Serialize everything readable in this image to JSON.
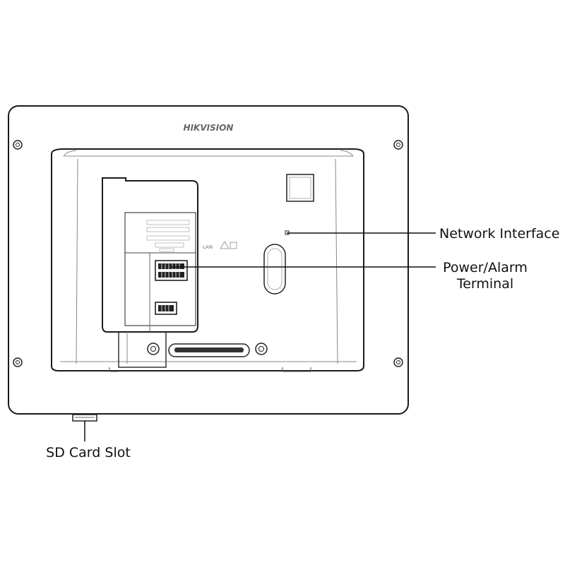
{
  "brand": {
    "logo_text": "HIKVISION"
  },
  "device_labels": {
    "lan_port_label": "LAN"
  },
  "callouts": {
    "network_interface": "Network Interface",
    "power_alarm_line1": "Power/Alarm",
    "power_alarm_line2": "Terminal",
    "sd_card_slot": "SD Card Slot"
  },
  "colors": {
    "line": "#1a1a1a",
    "light_line": "#9a9a9a",
    "background": "#ffffff"
  }
}
